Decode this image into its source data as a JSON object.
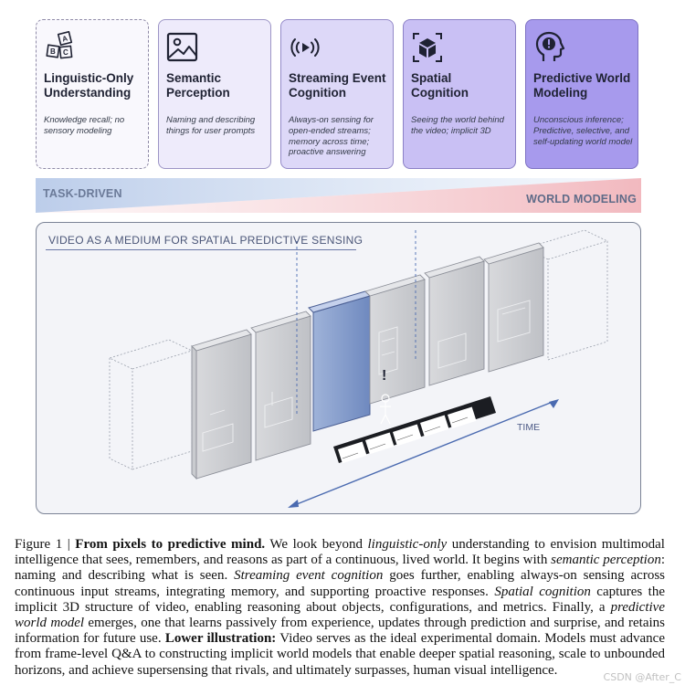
{
  "cards": [
    {
      "title": "Linguistic-Only Understanding",
      "desc": "Knowledge recall; no sensory modeling",
      "icon": "abc-blocks-icon"
    },
    {
      "title": "Semantic Perception",
      "desc": "Naming and describing things for user prompts",
      "icon": "image-icon"
    },
    {
      "title": "Streaming Event Cognition",
      "desc": "Always-on sensing for open-ended streams; memory across time; proactive answering",
      "icon": "streaming-play-icon"
    },
    {
      "title": "Spatial Cognition",
      "desc": "Seeing the world behind the video; implicit 3D",
      "icon": "cube-icon"
    },
    {
      "title": "Predictive World Modeling",
      "desc": "Unconscious inference; Predictive, selective, and self-updating world model",
      "icon": "head-exclamation-icon"
    }
  ],
  "axis": {
    "left_label": "TASK-DRIVEN",
    "right_label": "WORLD MODELING"
  },
  "illustration": {
    "title": "VIDEO AS A MEDIUM FOR SPATIAL PREDICTIVE SENSING",
    "time_label": "TIME"
  },
  "caption": {
    "figure_label": "Figure 1 | ",
    "bold_title": "From pixels to predictive mind.",
    "t1": " We look beyond ",
    "i1": "linguistic-only",
    "t2": " understanding to envision multimodal intelligence that sees, remembers, and reasons as part of a continuous, lived world. It begins with ",
    "i2": "semantic perception",
    "t3": ": naming and describing what is seen. ",
    "i3": "Streaming event cognition",
    "t4": " goes further, enabling always-on sensing across continuous input streams, integrating memory, and supporting proactive responses. ",
    "i4": "Spatial cognition",
    "t5": " captures the implicit 3D structure of video, enabling reasoning about objects, configurations, and metrics. Finally, a ",
    "i5": "predictive world model",
    "t6": " emerges, one that learns passively from experience, updates through prediction and surprise, and retains information for future use. ",
    "b2": "Lower illustration:",
    "t7": " Video serves as the ideal experimental domain. Models must advance from frame-level Q&A to constructing implicit world models that enable deeper spatial reasoning, scale to unbounded horizons, and achieve supersensing that rivals, and ultimately surpasses, human visual intelligence."
  },
  "watermark": "CSDN @After_C"
}
